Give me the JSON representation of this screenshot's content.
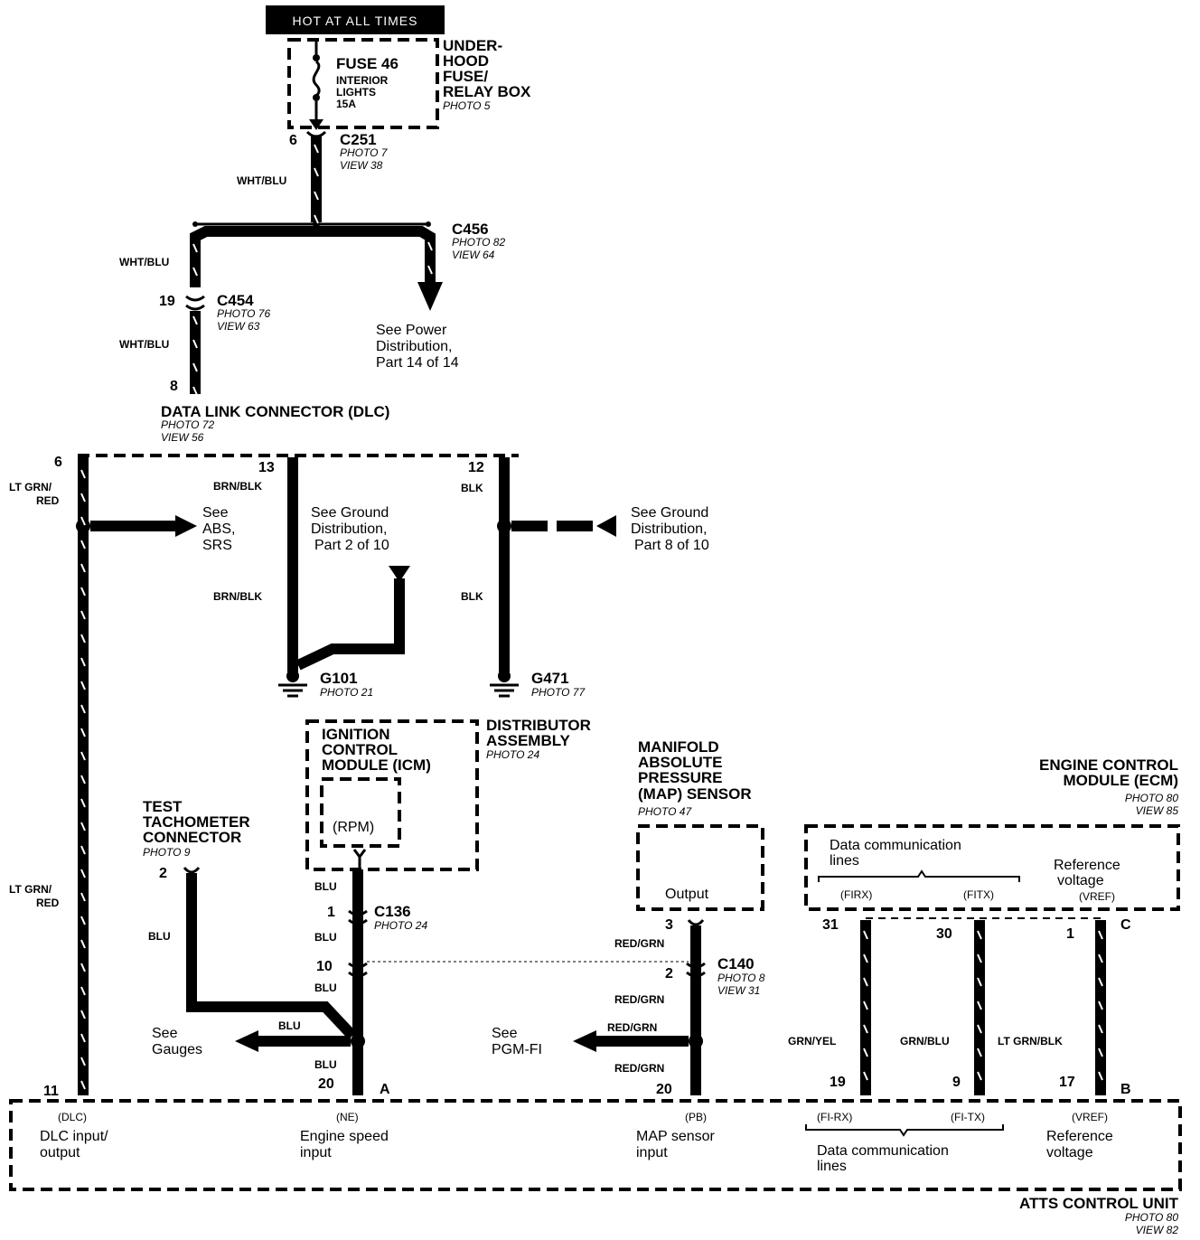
{
  "header": {
    "hot": "HOT AT ALL TIMES"
  },
  "fusebox": {
    "fuse": "FUSE 46",
    "sub1": "INTERIOR",
    "sub2": "LIGHTS",
    "amp": "15A",
    "name1": "UNDER-",
    "name2": "HOOD",
    "name3": "FUSE/",
    "name4": "RELAY BOX",
    "photo": "PHOTO 5"
  },
  "c251": {
    "pin": "6",
    "name": "C251",
    "photo": "PHOTO 7",
    "view": "VIEW 38"
  },
  "wires": {
    "wht_blu": "WHT/BLU",
    "lt_grn_red1": "LT GRN/",
    "lt_grn_red2": "RED",
    "brn_blk": "BRN/BLK",
    "blk": "BLK",
    "blu": "BLU",
    "red_grn": "RED/GRN",
    "grn_yel": "GRN/YEL",
    "grn_blu": "GRN/BLU",
    "lt_grn_blk": "LT GRN/BLK"
  },
  "c456": {
    "name": "C456",
    "photo": "PHOTO 82",
    "view": "VIEW 64"
  },
  "c454": {
    "pin": "19",
    "name": "C454",
    "photo": "PHOTO 76",
    "view": "VIEW 63"
  },
  "power_ref": {
    "l1": "See Power",
    "l2": "Distribution,",
    "l3": "Part 14 of 14"
  },
  "dlc": {
    "pin8": "8",
    "name": "DATA LINK CONNECTOR (DLC)",
    "photo": "PHOTO 72",
    "view": "VIEW 56",
    "pin6": "6",
    "pin13": "13",
    "pin12": "12"
  },
  "abs_ref": {
    "l1": "See",
    "l2": "ABS,",
    "l3": "SRS"
  },
  "gnd_ref2": {
    "l1": "See Ground",
    "l2": "Distribution,",
    "l3": "Part 2 of 10"
  },
  "gnd_ref8": {
    "l1": "See Ground",
    "l2": "Distribution,",
    "l3": "Part 8 of 10"
  },
  "g101": {
    "name": "G101",
    "photo": "PHOTO 21"
  },
  "g471": {
    "name": "G471",
    "photo": "PHOTO 77"
  },
  "icm": {
    "l1": "IGNITION",
    "l2": "CONTROL",
    "l3": "MODULE (ICM)",
    "rpm": "(RPM)"
  },
  "distributor": {
    "l1": "DISTRIBUTOR",
    "l2": "ASSEMBLY",
    "photo": "PHOTO 24"
  },
  "tach": {
    "l1": "TEST",
    "l2": "TACHOMETER",
    "l3": "CONNECTOR",
    "photo": "PHOTO 9",
    "pin": "2"
  },
  "c136": {
    "pin1": "1",
    "name": "C136",
    "photo": "PHOTO 24",
    "pin10": "10"
  },
  "map": {
    "l1": "MANIFOLD",
    "l2": "ABSOLUTE",
    "l3": "PRESSURE",
    "l4": "(MAP) SENSOR",
    "photo": "PHOTO 47",
    "output": "Output",
    "pin": "3"
  },
  "c140": {
    "pin": "2",
    "name": "C140",
    "photo": "PHOTO 8",
    "view": "VIEW 31"
  },
  "ecm": {
    "l1": "ENGINE CONTROL",
    "l2": "MODULE (ECM)",
    "photo": "PHOTO 80",
    "view": "VIEW 85",
    "dcl1": "Data communication",
    "dcl2": "lines",
    "firx": "(FIRX)",
    "fitx": "(FITX)",
    "rv1": "Reference",
    "rv2": "voltage",
    "vref": "(VREF)",
    "p31": "31",
    "p30": "30",
    "p1": "1",
    "pc": "C"
  },
  "gauges_ref": {
    "l1": "See",
    "l2": "Gauges"
  },
  "pgm_ref": {
    "l1": "See",
    "l2": "PGM-FI"
  },
  "atts": {
    "p11": "11",
    "p20a": "20",
    "pa": "A",
    "p20b": "20",
    "p19": "19",
    "p9": "9",
    "p17": "17",
    "pb": "B",
    "dlc": "(DLC)",
    "dlc1": "DLC input/",
    "dlc2": "output",
    "ne": "(NE)",
    "ne1": "Engine speed",
    "ne2": "input",
    "pbs": "(PB)",
    "map1": "MAP sensor",
    "map2": "input",
    "firx": "(FI-RX)",
    "fitx": "(FI-TX)",
    "vref": "(VREF)",
    "dcl1": "Data communication",
    "dcl2": "lines",
    "rv1": "Reference",
    "rv2": "voltage",
    "name": "ATTS CONTROL UNIT",
    "photo": "PHOTO 80",
    "view": "VIEW 82"
  }
}
